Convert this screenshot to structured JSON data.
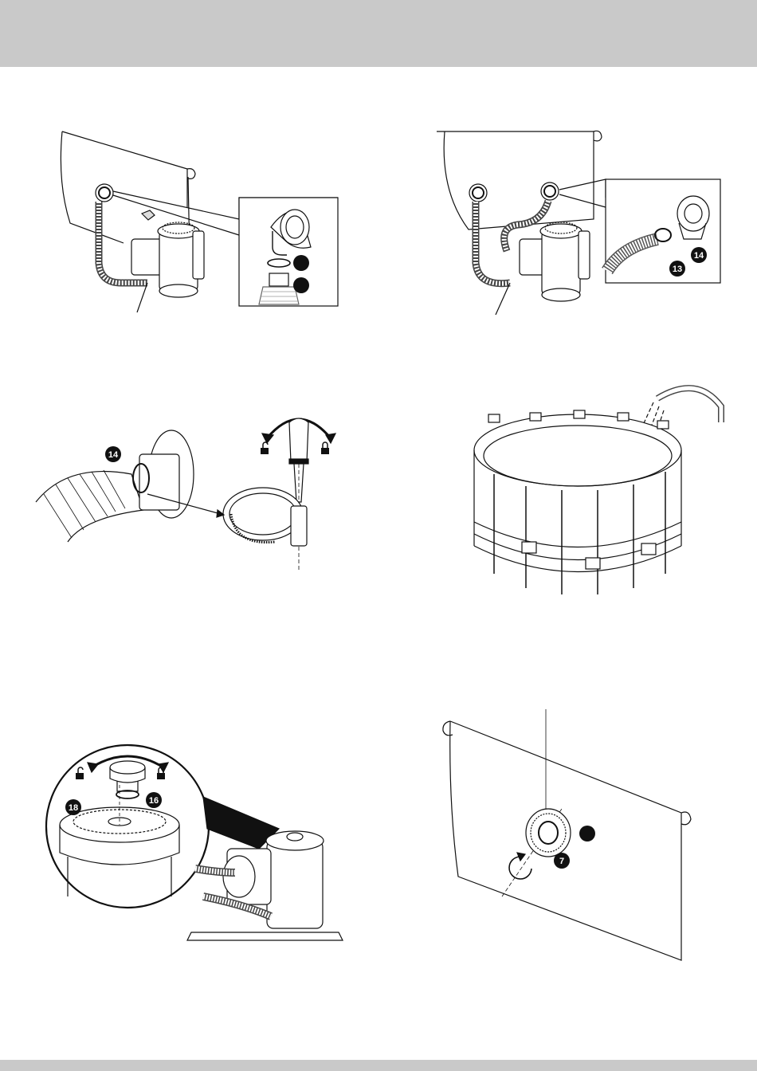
{
  "colors": {
    "header_band": "#c9c9c9",
    "line": "#111111",
    "callout": "#111111"
  },
  "icons": [
    "unlock-icon",
    "lock-icon",
    "rotate-arrow-icon"
  ],
  "panels": {
    "hose_to_pool_outlet": {
      "callouts": []
    },
    "hose_to_pool_inlet": {
      "callouts": [
        "13",
        "14"
      ]
    },
    "hose_clamp_tighten": {
      "callouts": [
        "14"
      ]
    },
    "fill_pool_with_water": {
      "callouts": []
    },
    "filter_air_release_valve": {
      "callouts": [
        "16",
        "18"
      ]
    },
    "strainer_install": {
      "callouts": [
        "7"
      ]
    }
  }
}
